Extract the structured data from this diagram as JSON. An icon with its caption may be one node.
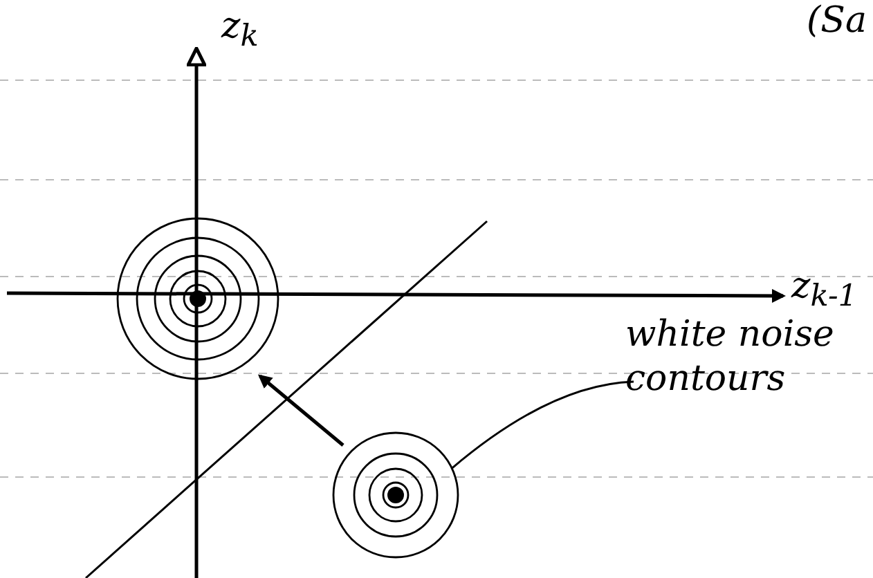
{
  "diagram": {
    "nodes": [
      {
        "text": [
          "white noise contours"
        ]
      },
      {
        "text": [],
        "shape": "circle"
      },
      {
        "text": [],
        "shape": "circle"
      }
    ],
    "edges": [
      {
        "from": 0,
        "to": 2,
        "arrow": "none"
      }
    ],
    "labels": [
      "(Sa",
      "z$_{k}$",
      "z$_{k-1}$"
    ]
  }
}
